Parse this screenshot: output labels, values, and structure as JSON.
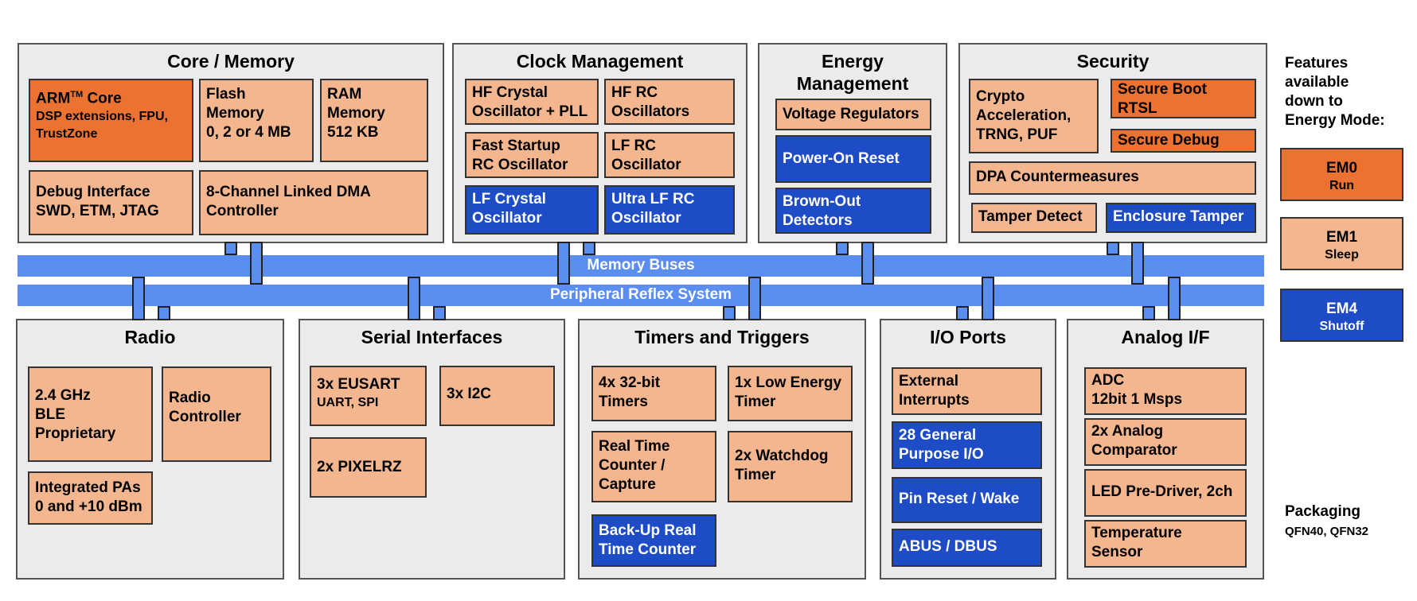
{
  "sections": {
    "core": "Core / Memory",
    "clock": "Clock Management",
    "energy": "Energy\nManagement",
    "security": "Security",
    "radio": "Radio",
    "serial": "Serial Interfaces",
    "timers": "Timers and Triggers",
    "io": "I/O Ports",
    "analog": "Analog I/F"
  },
  "blocks": {
    "arm_core": "ARM",
    "arm_tm": "TM",
    "arm_core_suffix": " Core",
    "arm_sub": "DSP extensions, FPU,\nTrustZone",
    "flash": "Flash\nMemory\n0, 2 or 4 MB",
    "ram": "RAM\nMemory\n512 KB",
    "debug": "Debug Interface\nSWD, ETM, JTAG",
    "dma": "8-Channel Linked DMA\nController",
    "hf_crystal": "HF Crystal\nOscillator + PLL",
    "hf_rc": "HF RC\nOscillators",
    "fast_startup": "Fast Startup\nRC Oscillator",
    "lf_rc": "LF RC\nOscillator",
    "lf_crystal": "LF Crystal\nOscillator",
    "ultra_lf_rc": "Ultra LF RC\nOscillator",
    "voltage_reg": "Voltage Regulators",
    "power_on_reset": "Power-On Reset",
    "brown_out": "Brown-Out\nDetectors",
    "crypto": "Crypto\nAcceleration,\nTRNG, PUF",
    "secure_boot": "Secure Boot\nRTSL",
    "secure_debug": "Secure Debug",
    "dpa": "DPA Countermeasures",
    "tamper_detect": "Tamper Detect",
    "enclosure_tamper": "Enclosure Tamper",
    "ble": "2.4 GHz\nBLE\nProprietary",
    "radio_ctrl": "Radio\nController",
    "integrated_pas": "Integrated PAs\n0 and +10 dBm",
    "eusart": "3x EUSART",
    "eusart_sub": "UART, SPI",
    "i2c": "3x I2C",
    "pixelrz": "2x PIXELRZ",
    "timers32": "4x 32-bit\nTimers",
    "le_timer": "1x Low Energy\nTimer",
    "rtc": "Real Time\nCounter /\nCapture",
    "watchdog": "2x Watchdog\nTimer",
    "backup_rtc": "Back-Up Real\nTime Counter",
    "ext_int": "External\nInterrupts",
    "gpio": "28 General\nPurpose I/O",
    "pin_reset": "Pin Reset / Wake",
    "abus": "ABUS / DBUS",
    "adc": "ADC\n12bit 1 Msps",
    "comparator": "2x Analog\nComparator",
    "led": "LED Pre-Driver, 2ch",
    "temp": "Temperature\nSensor"
  },
  "buses": {
    "memory": "Memory Buses",
    "prs": "Peripheral Reflex System"
  },
  "legend": {
    "title": "Features\navailable\ndown to\nEnergy Mode:",
    "em0": {
      "name": "EM0",
      "desc": "Run",
      "color": "#ec7232"
    },
    "em1": {
      "name": "EM1",
      "desc": "Sleep",
      "color": "#f3b68e"
    },
    "em4": {
      "name": "EM4",
      "desc": "Shutoff",
      "color": "#1e4bc6"
    }
  },
  "packaging": {
    "title": "Packaging",
    "value": "QFN40, QFN32"
  }
}
